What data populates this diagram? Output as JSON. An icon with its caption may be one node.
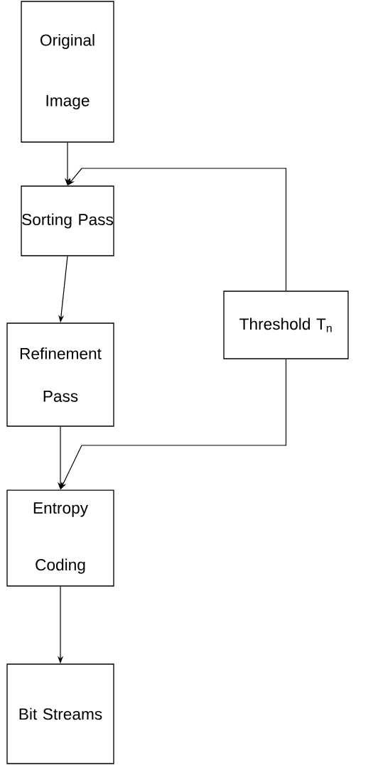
{
  "diagram": {
    "nodes": [
      {
        "text": [
          "Original Image"
        ]
      },
      {
        "text": [
          "Sorting Pass"
        ]
      },
      {
        "text": [
          "Threshold T$_{n}$"
        ]
      },
      {
        "text": [
          "Refinement Pass"
        ]
      },
      {
        "text": [
          "Entropy Coding"
        ]
      },
      {
        "text": [
          "Bit Streams"
        ]
      }
    ],
    "edges": [
      {
        "from": 0,
        "to": 1,
        "arrow": "to"
      },
      {
        "from": 2,
        "to": 1,
        "arrow": "to"
      },
      {
        "from": 1,
        "to": 3,
        "arrow": "to"
      },
      {
        "from": 3,
        "to": 4,
        "arrow": "to"
      },
      {
        "from": 2,
        "to": 4,
        "arrow": "to"
      },
      {
        "from": 4,
        "to": 5,
        "arrow": "to"
      }
    ]
  }
}
